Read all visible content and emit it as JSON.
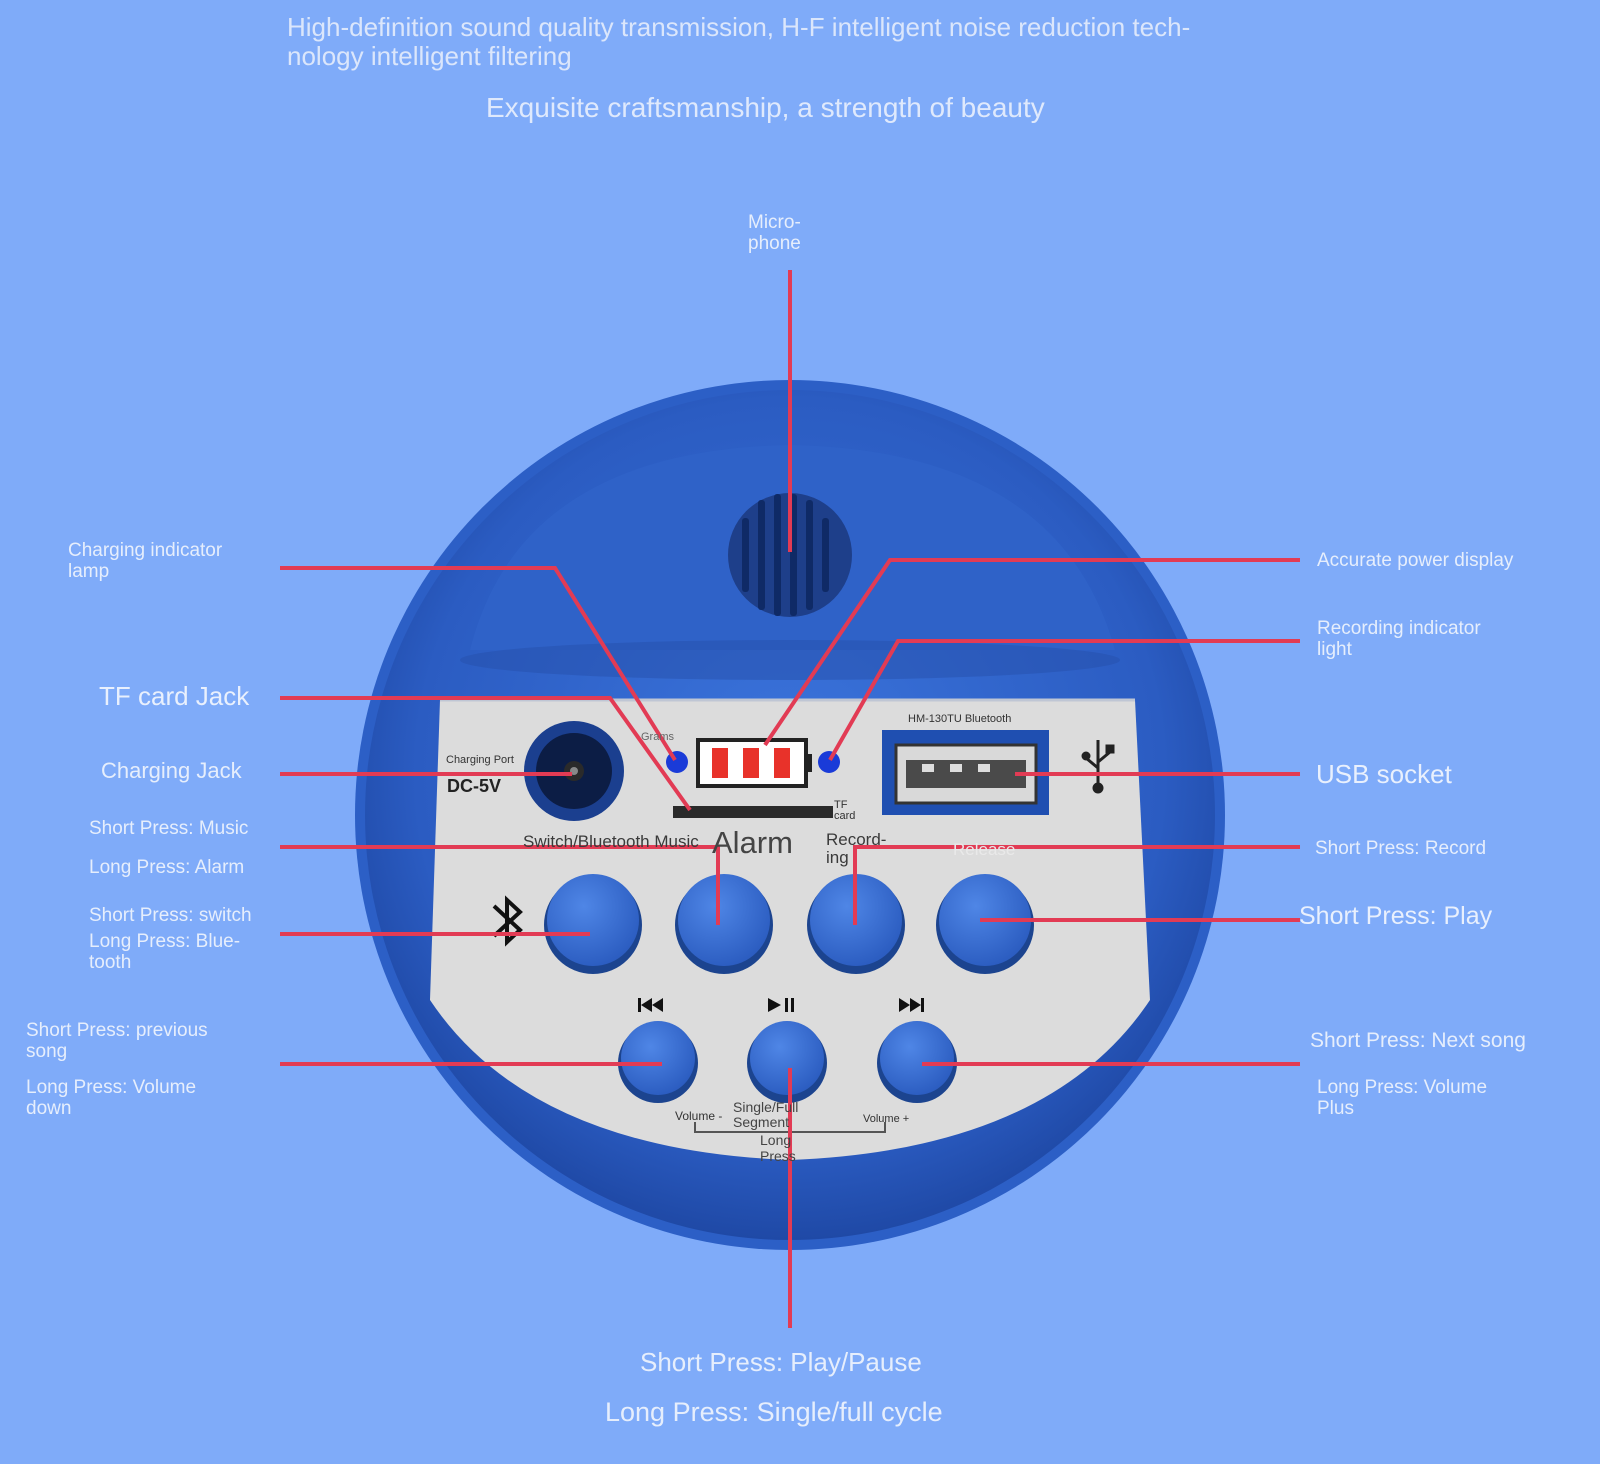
{
  "header": {
    "line1": "High-definition sound quality transmission, H-F intelligent noise reduction tech-\nnology intelligent filtering",
    "line2": "Exquisite craftsmanship, a strength of beauty"
  },
  "callouts": {
    "microphone": "Micro-\nphone",
    "charging_indicator": "Charging indicator\nlamp",
    "tf_card_jack": "TF card Jack",
    "charging_jack": "Charging Jack",
    "music_short": "Short Press: Music",
    "music_long": "Long Press: Alarm",
    "bt_short": "Short Press: switch",
    "bt_long": "Long Press: Blue-\ntooth",
    "prev_short": "Short Press: previous\nsong",
    "prev_long": "Long Press: Volume\ndown",
    "power_display": "Accurate power display",
    "recording_indicator": "Recording indicator\nlight",
    "usb_socket": "USB socket",
    "record_short": "Short Press: Record",
    "play_short": "Short Press: Play",
    "next_short": "Short Press: Next song",
    "next_long": "Long Press: Volume\nPlus",
    "playpause_short": "Short Press: Play/Pause",
    "playpause_long": "Long Press: Single/full cycle"
  },
  "panel": {
    "charging_port": "Charging Port",
    "dc": "DC-5V",
    "grams": "Grams",
    "tf_card": "TF\ncard",
    "usb_module": "HM-130TU Bluetooth",
    "switch_bt_music": "Switch/Bluetooth Music",
    "alarm": "Alarm",
    "recording": "Record-\ning",
    "release": "Release",
    "volume_minus": "Volume -",
    "single_full": "Single/Full\nSegment",
    "long_press": "Long\nPress",
    "volume_plus": "Volume +"
  },
  "colors": {
    "background": "#7fabf9",
    "device_blue": "#2f63c9",
    "panel_grey": "#dcdcdc",
    "callout_line": "#e23b54",
    "battery_red": "#e8322a"
  },
  "icons": [
    "speaker-grille-icon",
    "battery-icon",
    "usb-icon",
    "bluetooth-icon",
    "prev-track-icon",
    "play-pause-icon",
    "next-track-icon"
  ]
}
